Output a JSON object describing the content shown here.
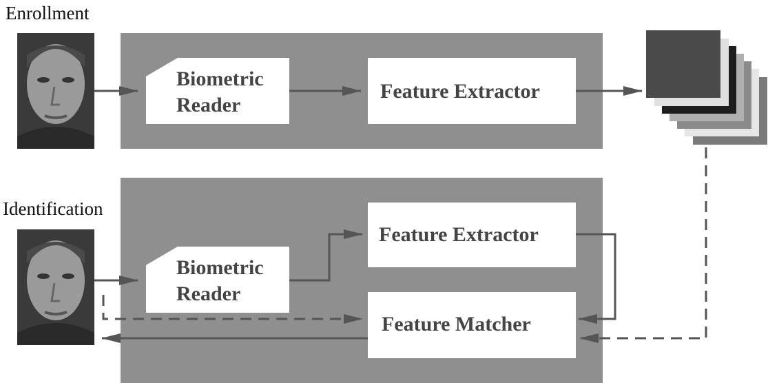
{
  "sections": {
    "enrollment": {
      "title": "Enrollment",
      "reader_line1": "Biometric",
      "reader_line2": "Reader",
      "extractor": "Feature Extractor"
    },
    "identification": {
      "title": "Identification",
      "reader_line1": "Biometric",
      "reader_line2": "Reader",
      "extractor": "Feature Extractor",
      "matcher": "Feature Matcher"
    }
  },
  "icons": [
    "face-photo",
    "template-database"
  ],
  "colors": {
    "panel": "#8f8f8f",
    "box": "#ffffff",
    "box_text": "#444444",
    "arrow": "#555555"
  }
}
